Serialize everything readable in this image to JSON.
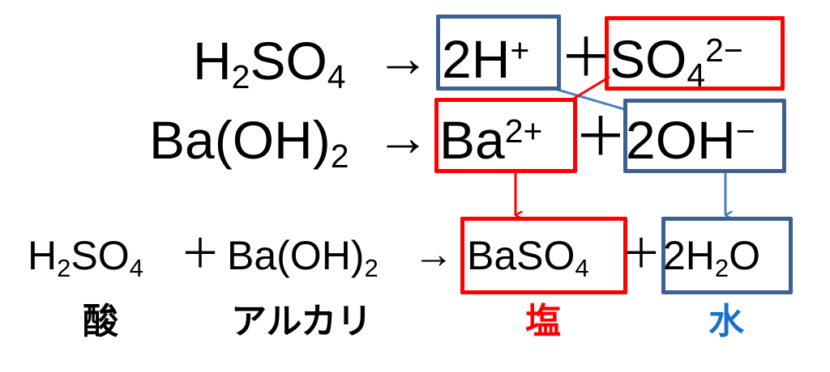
{
  "equation1": {
    "reactant": [
      "H",
      "2",
      "SO",
      "4"
    ],
    "arrow": "→",
    "product1": [
      "2H",
      "+"
    ],
    "plus": "＋",
    "product2": [
      "SO",
      "4",
      "2−"
    ]
  },
  "equation2": {
    "reactant": [
      "Ba(OH)",
      "2"
    ],
    "arrow": "→",
    "product1": [
      "Ba",
      "2+"
    ],
    "plus": "＋",
    "product2": [
      "2OH",
      "−"
    ]
  },
  "equation3": {
    "acid": [
      "H",
      "2",
      "SO",
      "4"
    ],
    "plus1": "＋",
    "base": [
      "Ba(OH)",
      "2"
    ],
    "arrow": "→",
    "salt": [
      "BaSO",
      "4"
    ],
    "plus2": "＋",
    "water": [
      "2H",
      "2",
      "O"
    ]
  },
  "labels": {
    "acid": "酸",
    "alkali": "アルカリ",
    "salt": "塩",
    "water": "水"
  },
  "colors": {
    "red": "#ff0000",
    "blue": "#3c6190",
    "water_label": "#1a72c8"
  }
}
